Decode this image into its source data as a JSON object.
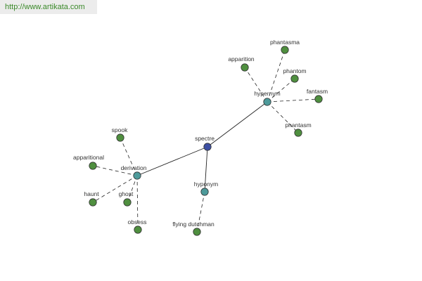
{
  "site": {
    "url": "http://www.artikata.com"
  },
  "colors": {
    "background": "#ffffff",
    "root_node": "#3d4fa3",
    "relation_node": "#4d9a9a",
    "word_node": "#4f8f3f",
    "edge": "#222222",
    "url_text": "#3b8a2a",
    "url_bg": "#ececec"
  },
  "graph": {
    "nodes": [
      {
        "id": "spectre",
        "label": "spectre",
        "kind": "root"
      },
      {
        "id": "hypernym",
        "label": "hypernym",
        "kind": "relation"
      },
      {
        "id": "derivation",
        "label": "derivation",
        "kind": "relation"
      },
      {
        "id": "hyponym",
        "label": "hyponym",
        "kind": "relation"
      },
      {
        "id": "phantasma",
        "label": "phantasma",
        "kind": "word"
      },
      {
        "id": "apparition",
        "label": "apparition",
        "kind": "word"
      },
      {
        "id": "phantom",
        "label": "phantom",
        "kind": "word"
      },
      {
        "id": "fantasm",
        "label": "fantasm",
        "kind": "word"
      },
      {
        "id": "phantasm",
        "label": "phantasm",
        "kind": "word"
      },
      {
        "id": "spook",
        "label": "spook",
        "kind": "word"
      },
      {
        "id": "apparitional",
        "label": "apparitional",
        "kind": "word"
      },
      {
        "id": "haunt",
        "label": "haunt",
        "kind": "word"
      },
      {
        "id": "ghost",
        "label": "ghost",
        "kind": "word"
      },
      {
        "id": "obsess",
        "label": "obsess",
        "kind": "word"
      },
      {
        "id": "flying-dutchman",
        "label": "flying dutchman",
        "kind": "word"
      }
    ],
    "edges": [
      {
        "from": "spectre",
        "to": "hypernym",
        "style": "solid"
      },
      {
        "from": "spectre",
        "to": "derivation",
        "style": "solid"
      },
      {
        "from": "spectre",
        "to": "hyponym",
        "style": "solid"
      },
      {
        "from": "hypernym",
        "to": "phantasma",
        "style": "dashed"
      },
      {
        "from": "hypernym",
        "to": "apparition",
        "style": "dashed"
      },
      {
        "from": "hypernym",
        "to": "phantom",
        "style": "dashed"
      },
      {
        "from": "hypernym",
        "to": "fantasm",
        "style": "dashed"
      },
      {
        "from": "hypernym",
        "to": "phantasm",
        "style": "dashed"
      },
      {
        "from": "derivation",
        "to": "spook",
        "style": "dashed"
      },
      {
        "from": "derivation",
        "to": "apparitional",
        "style": "dashed"
      },
      {
        "from": "derivation",
        "to": "haunt",
        "style": "dashed"
      },
      {
        "from": "derivation",
        "to": "ghost",
        "style": "dashed"
      },
      {
        "from": "derivation",
        "to": "obsess",
        "style": "dashed"
      },
      {
        "from": "hyponym",
        "to": "flying-dutchman",
        "style": "dashed"
      }
    ]
  }
}
